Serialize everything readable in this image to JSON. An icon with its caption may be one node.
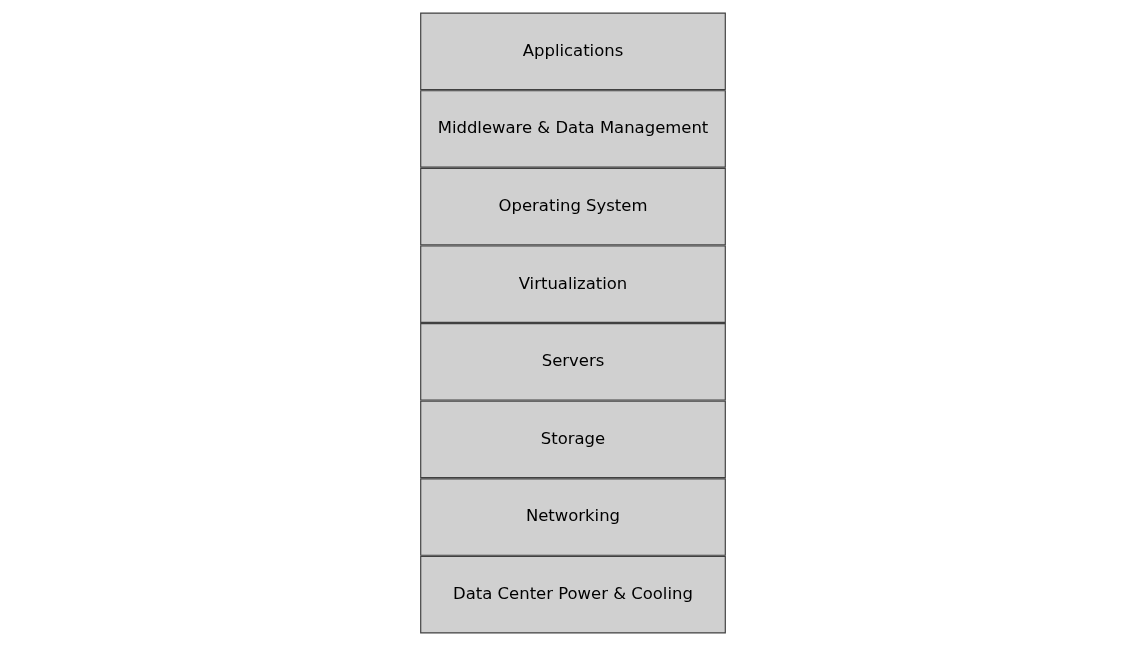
{
  "diagram": {
    "nodes": [
      {
        "text": [
          "Applications"
        ]
      },
      {
        "text": [
          "Middleware & Data Management"
        ]
      },
      {
        "text": [
          "Operating System"
        ]
      },
      {
        "text": [
          "Virtualization"
        ]
      },
      {
        "text": [
          "Servers"
        ]
      },
      {
        "text": [
          "Storage"
        ]
      },
      {
        "text": [
          "Networking"
        ]
      },
      {
        "text": [
          "Data Center Power & Cooling"
        ]
      }
    ]
  }
}
